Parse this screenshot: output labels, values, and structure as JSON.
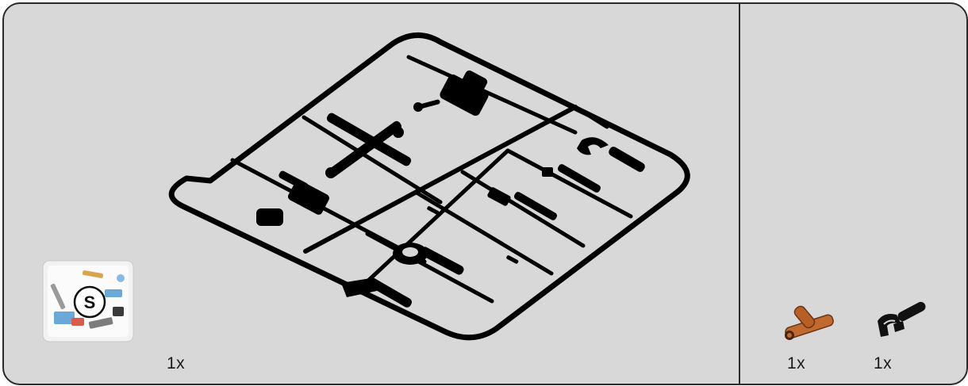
{
  "step": {
    "main_panel": {
      "bag": {
        "letter": "S",
        "quantity": "1x",
        "icon": "parts-bag-icon"
      },
      "sprue_icon": "tool-sprue-frame-icon"
    },
    "side_panel": {
      "parts": [
        {
          "icon": "orange-cross-connector-icon",
          "color": "#c06a30",
          "quantity": "1x"
        },
        {
          "icon": "black-claw-tool-icon",
          "color": "#111111",
          "quantity": "1x"
        }
      ]
    }
  }
}
